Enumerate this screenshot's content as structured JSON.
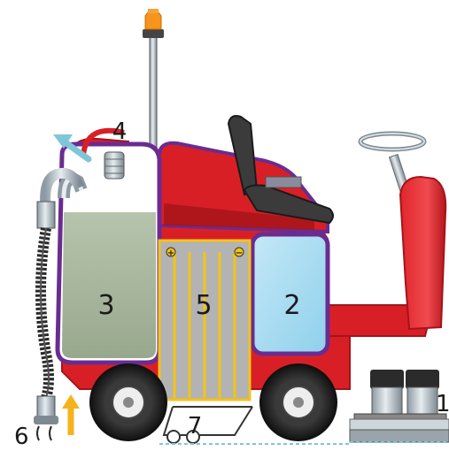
{
  "labels": {
    "l1": "1",
    "l2": "2",
    "l3": "3",
    "l4": "4",
    "l5": "5",
    "l6": "6",
    "l7": "7",
    "plus": "+",
    "minus": "−"
  },
  "colors": {
    "body_red": "#d91f26",
    "body_dark_red": "#a3141a",
    "outline_purple": "#6a2c91",
    "tank_gray_green": "#a9b79e",
    "tank_blue": "#a9dcf2",
    "battery_gray": "#b3b3b3",
    "battery_yellow": "#f3c318",
    "beacon_orange": "#f7941d",
    "arrow_teal": "#7fc6d8",
    "arrow_yellow": "#f6b21b",
    "hose_dark": "#2b2b2b"
  },
  "icons": {
    "beacon": "beacon-light-icon",
    "exhaust_arrow": "exhaust-arrow-icon",
    "suction_arrow": "suction-arrow-icon"
  }
}
